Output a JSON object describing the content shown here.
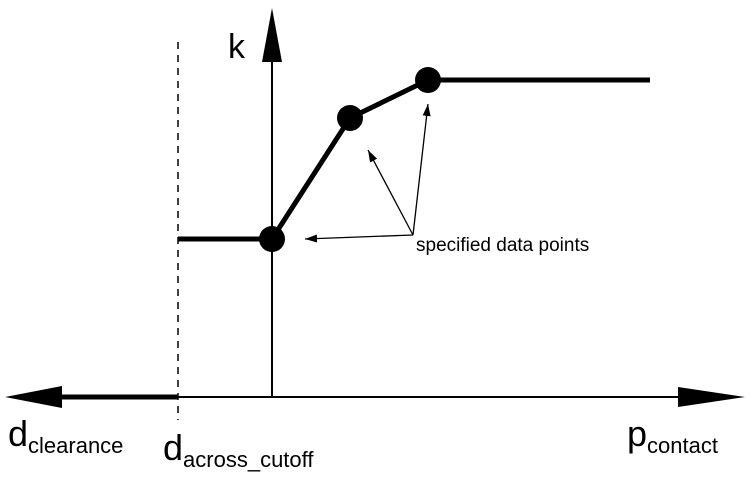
{
  "labels": {
    "k": "k",
    "d": "d",
    "clearance": "clearance",
    "across_cutoff": "across_cutoff",
    "p": "p",
    "contact": "contact",
    "annotation": "specified data points"
  },
  "colors": {
    "ink": "#000000",
    "background": "#ffffff"
  }
}
